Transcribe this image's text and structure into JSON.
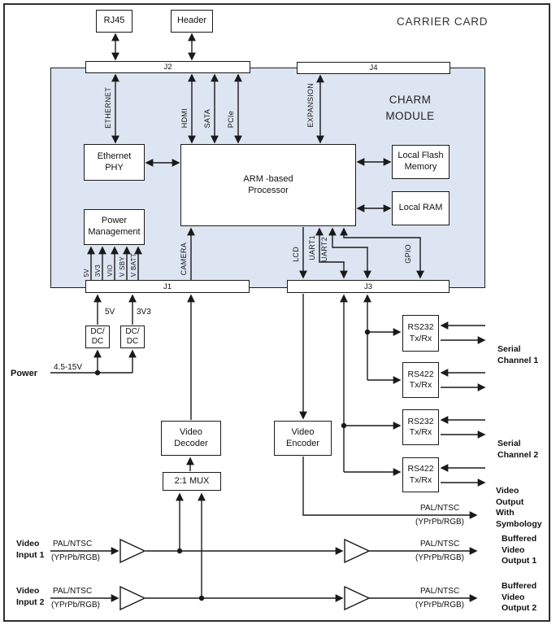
{
  "title": "CARRIER CARD",
  "module": {
    "name": "CHARM\nMODULE"
  },
  "connectors": {
    "j1": "J1",
    "j2": "J2",
    "j3": "J3",
    "j4": "J4"
  },
  "boxes": {
    "rj45": "RJ45",
    "header": "Header",
    "ethernet_phy": "Ethernet\nPHY",
    "processor": "ARM -based\nProcessor",
    "power_management": "Power\nManagement",
    "local_flash": "Local Flash\nMemory",
    "local_ram": "Local RAM",
    "dcdc": "DC/\nDC",
    "video_decoder": "Video\nDecoder",
    "mux": "2:1 MUX",
    "video_encoder": "Video\nEncoder",
    "rs232": "RS232\nTx/Rx",
    "rs422": "RS422\nTx/Rx"
  },
  "buses": {
    "ethernet": "ETHERNET",
    "hdmi": "HDMI",
    "sata": "SATA",
    "pcie": "PCIe",
    "expansion": "EXPANSION",
    "camera": "CAMERA",
    "lcd": "LCD",
    "uart1": "UART1",
    "uart2": "UART2",
    "gpio": "GPIO",
    "v5": "5V",
    "v3v3": "3V3",
    "vio": "VIO",
    "vsby": "V SBY",
    "vbatt": "V BATT"
  },
  "power": {
    "label": "Power",
    "input_range": "4.5-15V",
    "rail_5v": "5V",
    "rail_3v3": "3V3"
  },
  "signals": {
    "pal_ntsc": "PAL/NTSC",
    "yprpb_rgb": "(YPrPb/RGB)"
  },
  "io": {
    "serial_channel_1": "Serial\nChannel 1",
    "serial_channel_2": "Serial\nChannel 2",
    "video_output_symbology": "Video\nOutput\nWith\nSymbology",
    "buffered_video_output_1": "Buffered\nVideo\nOutput 1",
    "buffered_video_output_2": "Buffered\nVideo\nOutput 2",
    "video_input_1": "Video\nInput 1",
    "video_input_2": "Video\nInput 2"
  },
  "colors": {
    "line": "#1a1a1a",
    "module_fill": "#dce5f1",
    "card_border": "#2e2e2e"
  }
}
